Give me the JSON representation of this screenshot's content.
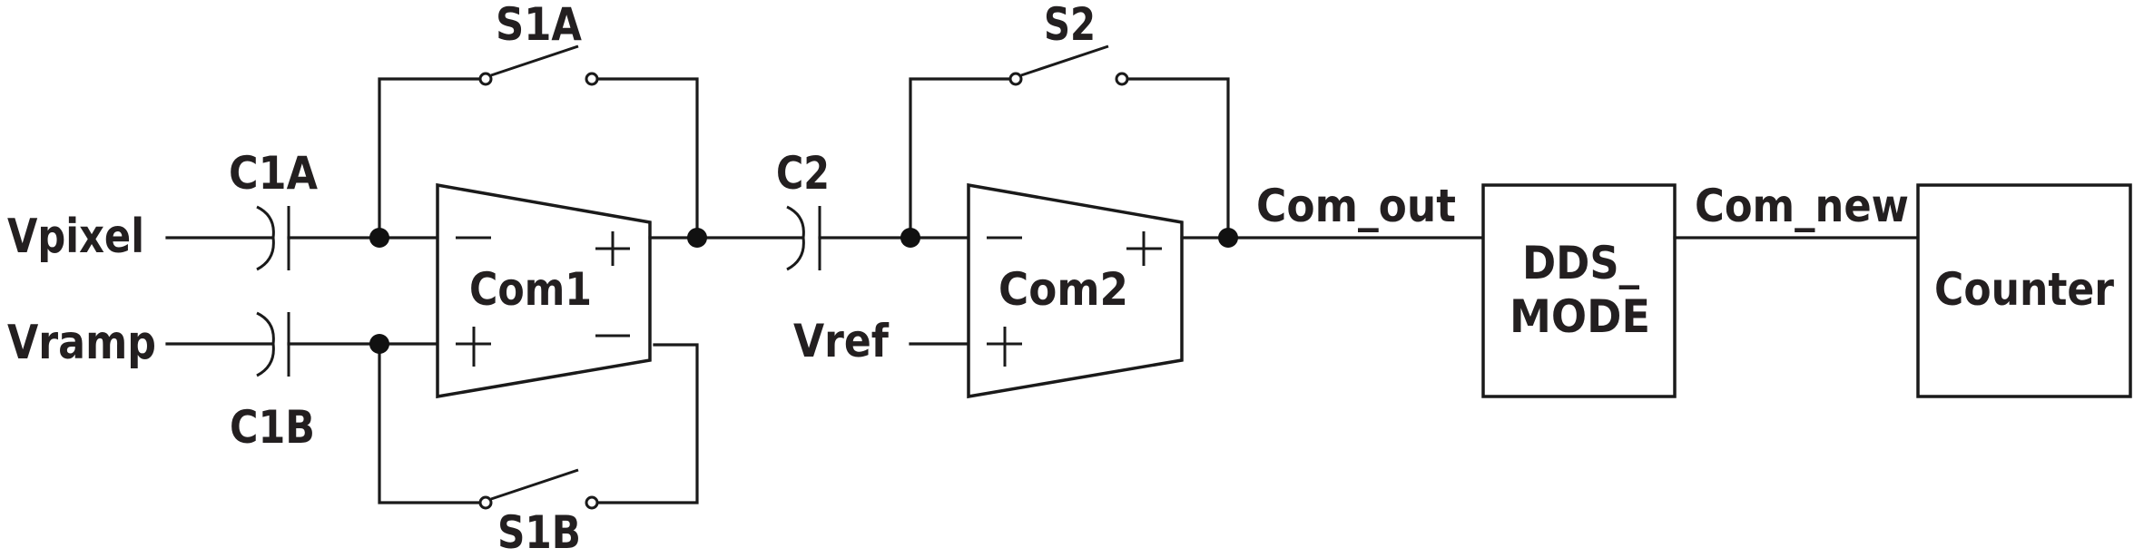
{
  "diagram": {
    "inputs": {
      "vpixel": "Vpixel",
      "vramp": "Vramp",
      "vref": "Vref"
    },
    "capacitors": {
      "c1a": "C1A",
      "c1b": "C1B",
      "c2": "C2"
    },
    "switches": {
      "s1a": "S1A",
      "s1b": "S1B",
      "s2": "S2"
    },
    "comparators": {
      "com1": {
        "label": "Com1",
        "in_top_sign": "−",
        "in_bottom_sign": "+",
        "out_top_sign": "+",
        "out_bottom_sign": "−"
      },
      "com2": {
        "label": "Com2",
        "in_top_sign": "−",
        "in_bottom_sign": "+",
        "out_top_sign": "+"
      }
    },
    "signals": {
      "com_out": "Com_out",
      "com_new": "Com_new"
    },
    "blocks": {
      "dds_mode_line1": "DDS_",
      "dds_mode_line2": "MODE",
      "counter": "Counter"
    }
  }
}
